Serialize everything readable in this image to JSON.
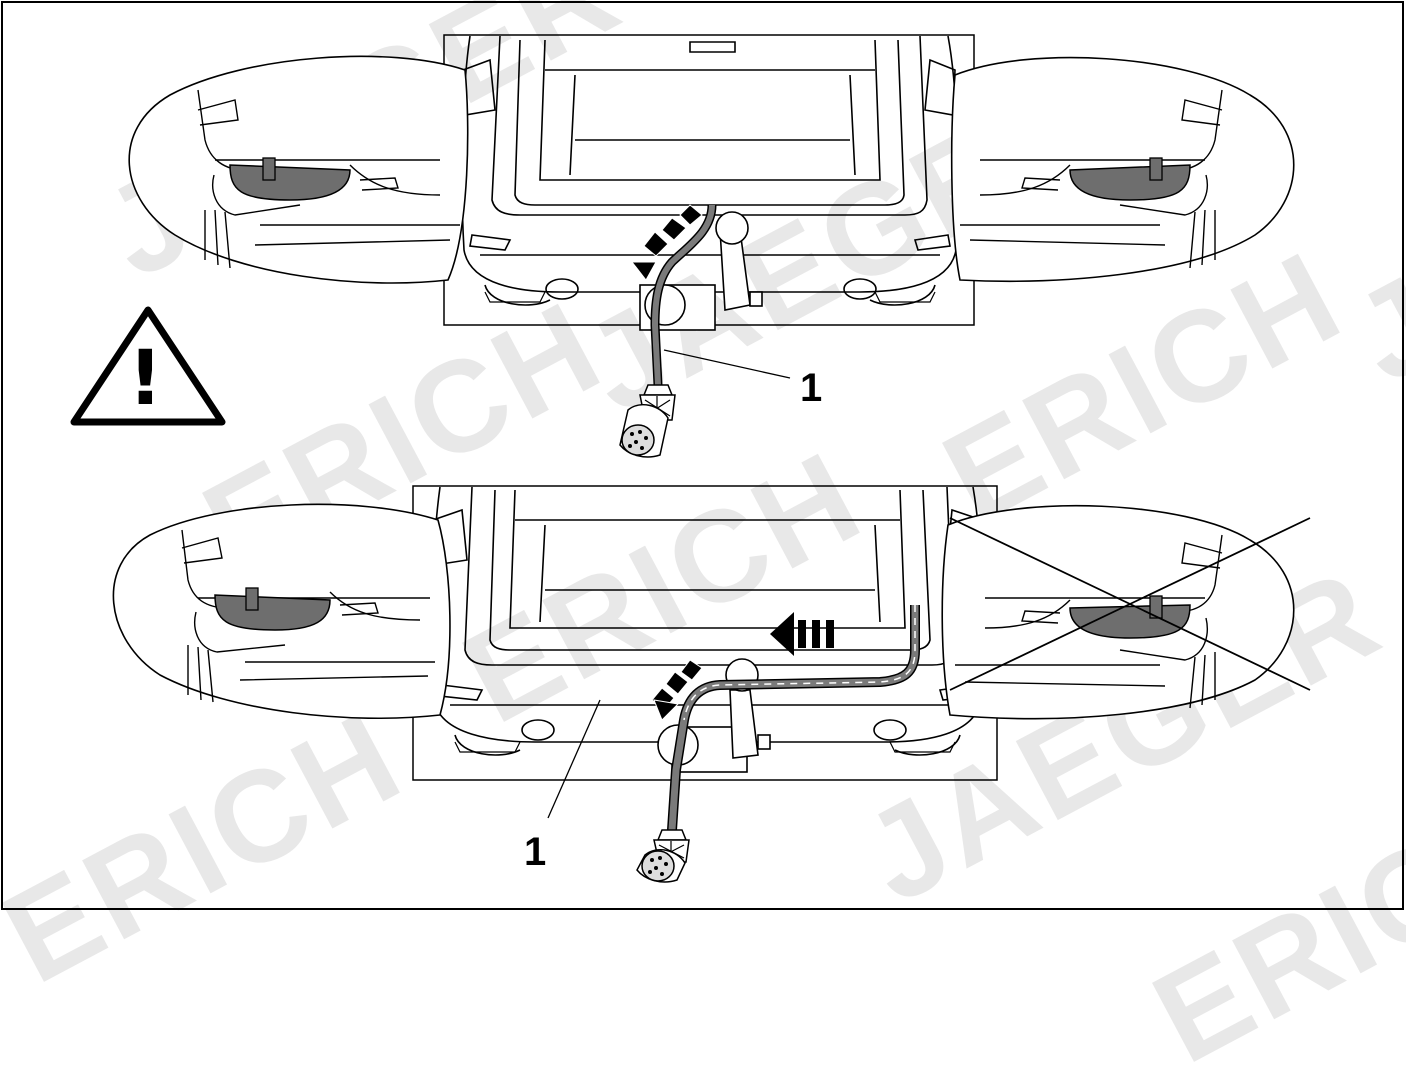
{
  "watermarks": [
    "JAEGER",
    "ERICH",
    "JAEGER",
    "ERICH",
    "JAEGER",
    "ERICH",
    "ERIC",
    "ERICH",
    "J"
  ],
  "warning": {
    "icon": "warning-triangle-icon",
    "mark": "!"
  },
  "panels": [
    {
      "callout": "1",
      "status": "correct"
    },
    {
      "callout": "1",
      "status": "incorrect"
    }
  ],
  "colors": {
    "cable": "#7a7a7a",
    "cover": "#6e6e6e",
    "line": "#000000",
    "watermark": "#d6d6d6"
  }
}
